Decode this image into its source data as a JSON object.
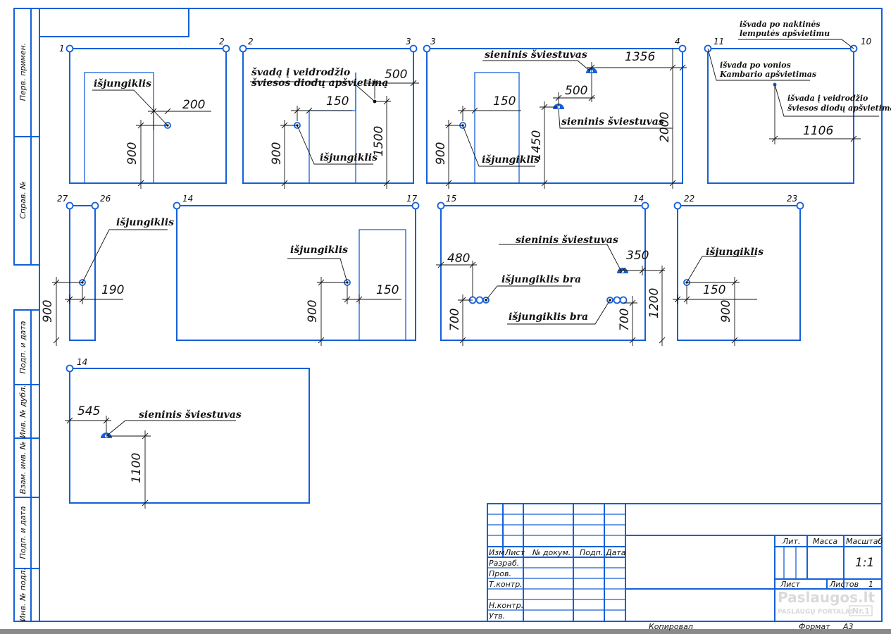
{
  "labels": {
    "switch": "išjungiklis",
    "wall_lamp": "sieninis šviestuvas",
    "switch_bra": "išjungiklis bra",
    "mirror_led": [
      "švadą į veidrodžio",
      "šviesos diodų apšvietimą"
    ],
    "mirror_led_out": [
      "išvada į veidrodžio",
      "šviesos diodų apšvietimą"
    ],
    "night_lamp": [
      "išvada po naktinės",
      "lemputės apšvietimu"
    ],
    "bath_light": [
      "išvada po vonios",
      "Kambario apšvietimas"
    ]
  },
  "corners": {
    "w1": [
      "1",
      "2"
    ],
    "w2": [
      "2",
      "3"
    ],
    "w3": [
      "3",
      "4"
    ],
    "w4": [
      "11",
      "10"
    ],
    "w5": [
      "27",
      "26"
    ],
    "w6": [
      "14",
      "17"
    ],
    "w7": [
      "15",
      "14"
    ],
    "w8": [
      "22",
      "23"
    ],
    "w9": [
      "14"
    ]
  },
  "dimensions": {
    "w1": [
      "200",
      "900"
    ],
    "w2": [
      "500",
      "150",
      "900",
      "1500"
    ],
    "w3": [
      "1356",
      "500",
      "150",
      "900",
      "1450",
      "2000"
    ],
    "w4": [
      "1106"
    ],
    "w5": [
      "190",
      "900"
    ],
    "w6": [
      "150",
      "900"
    ],
    "w7": [
      "480",
      "350",
      "700",
      "700",
      "1200"
    ],
    "w8": [
      "150",
      "900"
    ],
    "w9": [
      "545",
      "1100"
    ]
  },
  "side_stamp": [
    "Перв. примен.",
    "Справ. №",
    "Подп. и дата",
    "Инв. № дубл.",
    "Взам. инв. №",
    "Подп. и дата",
    "Инв. № подл."
  ],
  "title_block": {
    "cols": [
      "Изм.",
      "Лист",
      "№ докум.",
      "Подп.",
      "Дата"
    ],
    "rows": [
      "Разраб.",
      "Пров.",
      "Т.контр.",
      "Н.контр.",
      "Утв."
    ],
    "lit": "Лит.",
    "mass": "Масса",
    "scale_label": "Масштаб",
    "scale": "1:1",
    "sheet": "Лист",
    "sheets": "Листов",
    "sheets_num": "1"
  },
  "footer": {
    "copied": "Копировал",
    "format_label": "Формат",
    "format": "А3"
  },
  "watermark": {
    "brand": "Paslaugos.lt",
    "sub": "PASLAUGŲ PORTALAS",
    "badge": "Nr.1"
  },
  "colors": {
    "lines": "#1560d8",
    "ink": "#111111"
  }
}
